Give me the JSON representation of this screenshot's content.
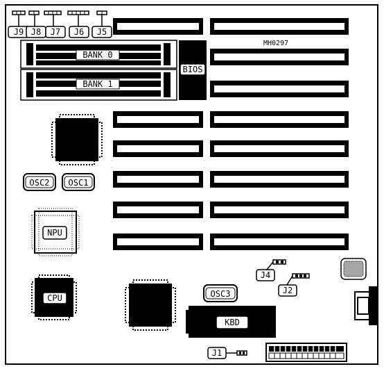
{
  "diagram_id": "MH0297",
  "jumpers_top": [
    "J9",
    "J8",
    "J7",
    "J6",
    "J5"
  ],
  "memory_banks": [
    "BANK 0",
    "BANK 1"
  ],
  "bios_label": "BIOS",
  "oscillators": [
    "OSC2",
    "OSC1",
    "OSC3"
  ],
  "coprocessor_label": "NPU",
  "processor_label": "CPU",
  "keyboard_label": "KBD",
  "jumpers_bottom": [
    "J4",
    "J2",
    "J1"
  ]
}
